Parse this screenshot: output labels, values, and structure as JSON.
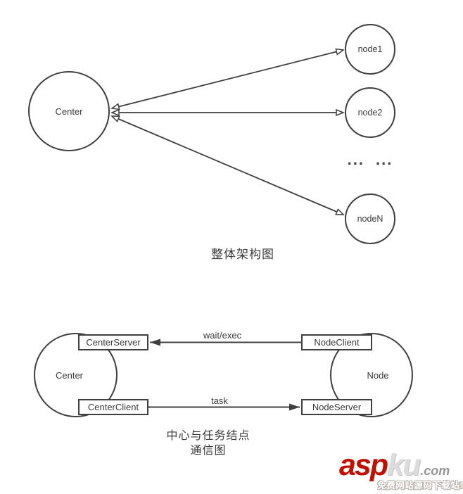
{
  "colors": {
    "stroke": "#3f3f3f",
    "text": "#3a3a3a",
    "background": "#ffffff",
    "brand_red": "#c01000"
  },
  "top_diagram": {
    "caption": "整体架构图",
    "center": {
      "label": "Center"
    },
    "nodes": [
      {
        "label": "node1"
      },
      {
        "label": "node2"
      },
      {
        "label": "nodeN"
      }
    ],
    "ellipsis": "... ..."
  },
  "bottom_diagram": {
    "caption_line1": "中心与任务结点",
    "caption_line2": "通信图",
    "center": {
      "label": "Center",
      "server_box": "CenterServer",
      "client_box": "CenterClient"
    },
    "node": {
      "label": "Node",
      "client_box": "NodeClient",
      "server_box": "NodeServer"
    },
    "arrows": [
      {
        "label": "wait/exec",
        "from": "NodeClient",
        "to": "CenterServer"
      },
      {
        "label": "task",
        "from": "CenterClient",
        "to": "NodeServer"
      }
    ]
  },
  "watermark": {
    "logo_part1": "asp",
    "logo_part2": "ku",
    "logo_part3": ".com",
    "tagline": "免费网站源码下载站!"
  }
}
